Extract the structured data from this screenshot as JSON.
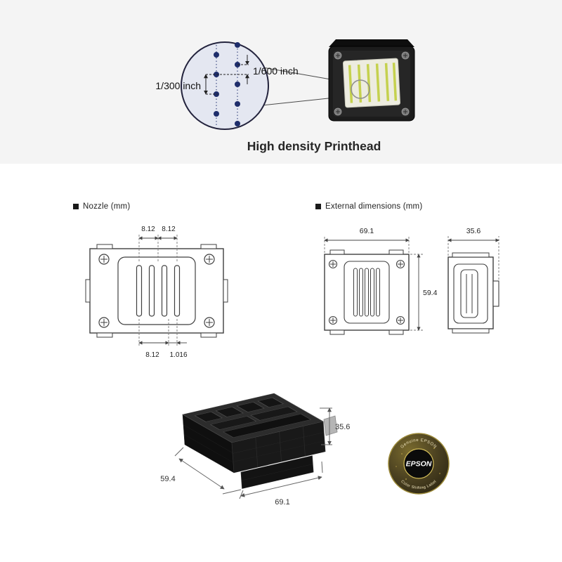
{
  "hero": {
    "pitch_left": "1/300 inch",
    "pitch_right": "1/600 inch",
    "title": "High density Printhead"
  },
  "nozzle": {
    "heading": "Nozzle (mm)",
    "dim_top_left": "8.12",
    "dim_top_right": "8.12",
    "dim_bottom": "8.12",
    "dim_bottom_offset": "1.016"
  },
  "external": {
    "heading": "External dimensions (mm)",
    "front_width": "69.1",
    "height": "59.4",
    "side_width": "35.6"
  },
  "iso": {
    "height": "35.6",
    "depth": "59.4",
    "width": "69.1"
  },
  "seal": {
    "top": "Genuine EPSON",
    "brand": "EPSON",
    "bottom": "Color Shifting Label"
  },
  "colors": {
    "hero_background": "#f4f4f4",
    "dot_navy": "#1e2d6b",
    "stripe_yellow": "#c5d14e",
    "seal_gold": "#9c8a3a"
  }
}
